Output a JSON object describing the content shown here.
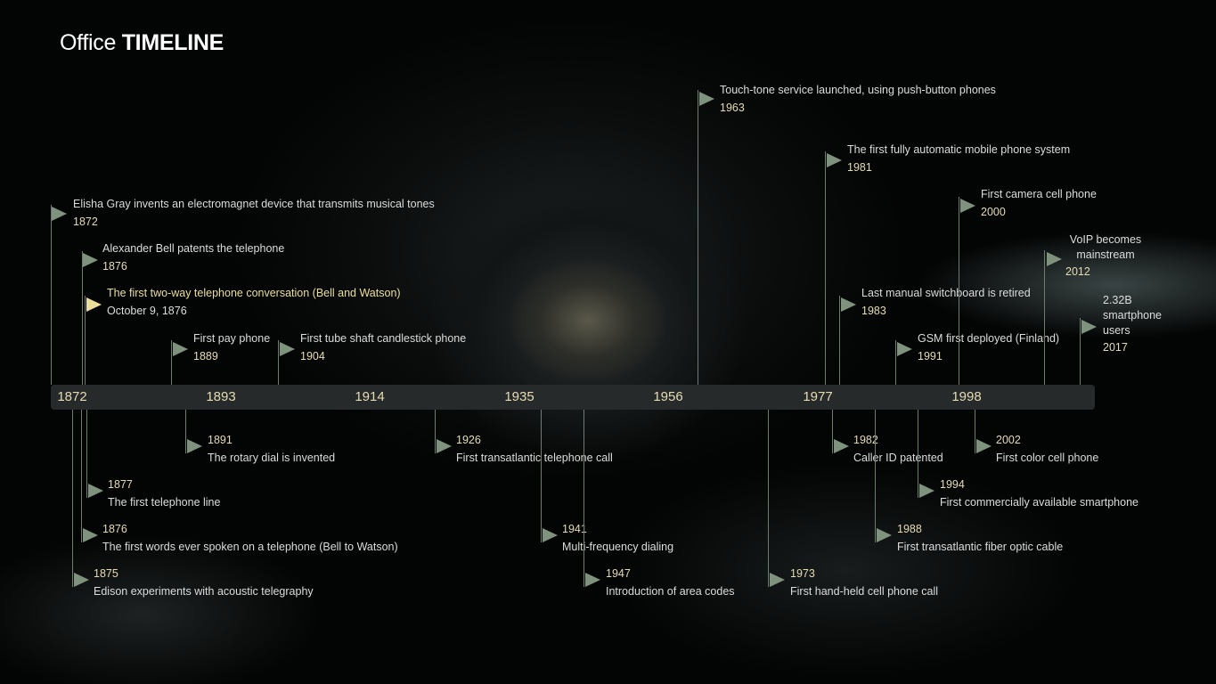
{
  "logo": {
    "part1": "Office",
    "part2": "TIMELINE"
  },
  "axis_ticks": [
    "1872",
    "1893",
    "1914",
    "1935",
    "1956",
    "1977",
    "1998"
  ],
  "above": [
    {
      "title": "Elisha Gray invents an electromagnet device that transmits musical tones",
      "date": "1872"
    },
    {
      "title": "Alexander Bell patents the telephone",
      "date": "1876"
    },
    {
      "title": "The first two-way telephone conversation (Bell and Watson)",
      "date": "October 9, 1876",
      "highlighted": true
    },
    {
      "title": "First pay phone",
      "date": "1889"
    },
    {
      "title": "First tube shaft candlestick phone",
      "date": "1904"
    },
    {
      "title": "Touch-tone service launched, using push-button phones",
      "date": "1963"
    },
    {
      "title": "The first fully automatic mobile phone system",
      "date": "1981"
    },
    {
      "title": "Last manual switchboard is retired",
      "date": "1983"
    },
    {
      "title": "GSM first deployed (Finland)",
      "date": "1991"
    },
    {
      "title": "First camera cell phone",
      "date": "2000"
    },
    {
      "title": "VoIP becomes mainstream",
      "date": "2012"
    },
    {
      "title": "2.32B smartphone users",
      "date": "2017"
    }
  ],
  "below": [
    {
      "date": "1891",
      "title": "The rotary dial is invented"
    },
    {
      "date": "1926",
      "title": "First transatlantic telephone call"
    },
    {
      "date": "1982",
      "title": "Caller ID patented"
    },
    {
      "date": "2002",
      "title": "First color cell phone"
    },
    {
      "date": "1877",
      "title": "The first telephone line"
    },
    {
      "date": "1994",
      "title": "First commercially available smartphone"
    },
    {
      "date": "1876",
      "title": "The first words ever spoken on a telephone (Bell to Watson)"
    },
    {
      "date": "1941",
      "title": "Multi-frequency dialing"
    },
    {
      "date": "1988",
      "title": "First transatlantic fiber optic cable"
    },
    {
      "date": "1875",
      "title": "Edison experiments with acoustic telegraphy"
    },
    {
      "date": "1947",
      "title": "Introduction of area codes"
    },
    {
      "date": "1973",
      "title": "First hand-held cell phone call"
    }
  ],
  "colors": {
    "flag": "#7e927e",
    "highlight": "#ecdf9c",
    "date": "#e6dcb4",
    "bar": "#272a2a"
  }
}
